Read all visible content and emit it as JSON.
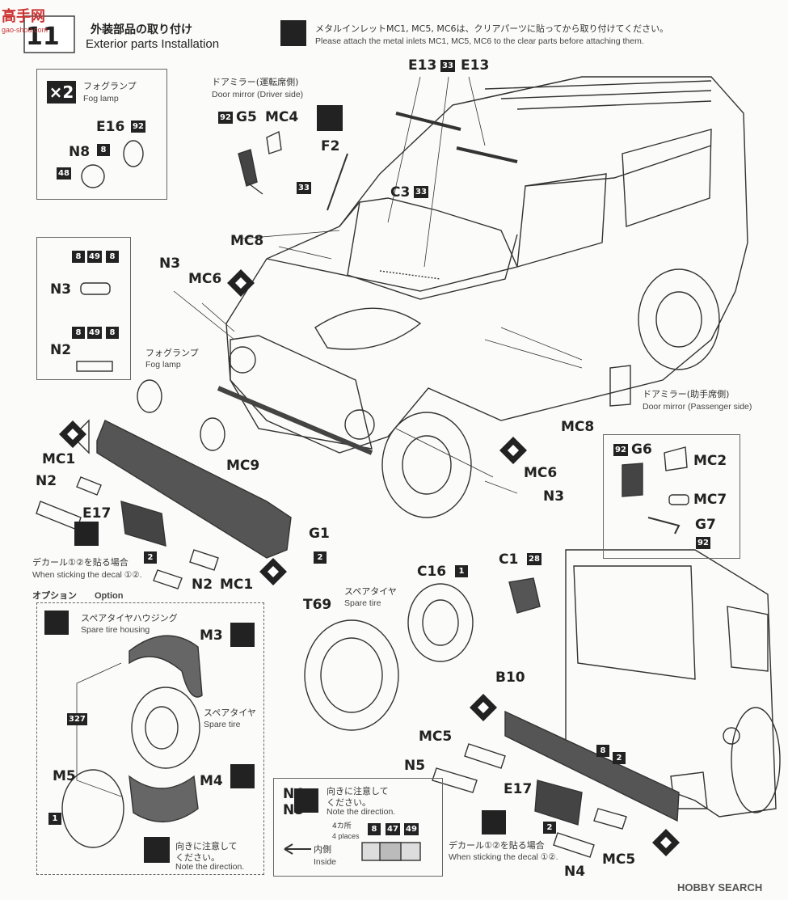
{
  "header": {
    "step_number": "11",
    "title_jp": "外装部品の取り付け",
    "title_en": "Exterior parts Installation",
    "note_jp": "メタルインレットMC1, MC5, MC6は、クリアパーツに貼ってから取り付けてください。",
    "note_en": "Please attach the metal inlets MC1, MC5, MC6 to the clear parts before attaching them.",
    "watermark_site": "gao-shou.com",
    "watermark_cn": "高手网"
  },
  "fog_lamp_box": {
    "qty": "×2",
    "label_jp": "フォグランプ",
    "label_en": "Fog lamp",
    "parts": [
      "E16",
      "N8"
    ],
    "paints": [
      "92",
      "8",
      "48"
    ]
  },
  "marker_box": {
    "parts": [
      "N3",
      "N2"
    ],
    "paints": [
      "8",
      "49",
      "8"
    ]
  },
  "door_mirror_driver": {
    "label_jp": "ドアミラー(運転席側)",
    "label_en": "Door mirror (Driver side)",
    "parts": [
      "G5",
      "MC4"
    ],
    "paint": "92"
  },
  "door_mirror_passenger": {
    "label_jp": "ドアミラー(助手席側)",
    "label_en": "Door mirror (Passenger side)",
    "parts": [
      "G6",
      "MC2",
      "MC7",
      "G7"
    ],
    "paints": [
      "92",
      "92"
    ]
  },
  "front_labels": {
    "e13_left": "E13",
    "e13_right": "E13",
    "e13_paint": "33",
    "f2": "F2",
    "f2_paint": "33",
    "c3": "C3",
    "c3_paint": "33",
    "mc8_top": "MC8",
    "mc8_side": "MC8",
    "n3_left": "N3",
    "mc6_left": "MC6",
    "fog_lamp_jp": "フォグランプ",
    "fog_lamp_en": "Fog lamp",
    "mc9": "MC9",
    "mc6_right": "MC6",
    "n3_right": "N3"
  },
  "front_bumper": {
    "mc1_top": "MC1",
    "n2_top": "N2",
    "e17": "E17",
    "g1": "G1",
    "g1_paint": "2",
    "e17_paint": "2",
    "decal_jp": "デカール①②を貼る場合",
    "decal_en": "When sticking the decal ①②.",
    "n2_bottom": "N2",
    "mc1_bottom": "MC1"
  },
  "option_box": {
    "title_jp": "オプション",
    "title_en": "Option",
    "housing_jp": "スペアタイヤハウジング",
    "housing_en": "Spare tire housing",
    "m3": "M3",
    "m4": "M4",
    "m5": "M5",
    "m5_paint": "1",
    "paint_327": "327",
    "tire_jp": "スペアタイヤ",
    "tire_en": "Spare tire",
    "dir_jp": "向きに注意して\nください。",
    "dir_en": "Note the direction."
  },
  "spare_tire": {
    "t69": "T69",
    "c16": "C16",
    "c16_paint": "1",
    "c1": "C1",
    "c1_paint": "28",
    "label_jp": "スペアタイヤ",
    "label_en": "Spare tire"
  },
  "rear_bumper": {
    "b10": "B10",
    "mc5_top": "MC5",
    "n5": "N5",
    "e17": "E17",
    "paints": [
      "8",
      "2"
    ],
    "e17_paint": "2",
    "decal_jp": "デカール①②を貼る場合",
    "decal_en": "When sticking the decal ①②.",
    "mc5_bottom": "MC5",
    "n4": "N4"
  },
  "n4n5_box": {
    "title": "N4,\nN5",
    "dir_jp": "向きに注意して\nください。",
    "dir_en": "Note the direction.",
    "places_jp": "4カ所",
    "places_en": "4 places",
    "paints": [
      "8",
      "47",
      "49"
    ],
    "inside_jp": "内側",
    "inside_en": "Inside"
  },
  "footer": {
    "brand": "HOBBY SEARCH"
  }
}
